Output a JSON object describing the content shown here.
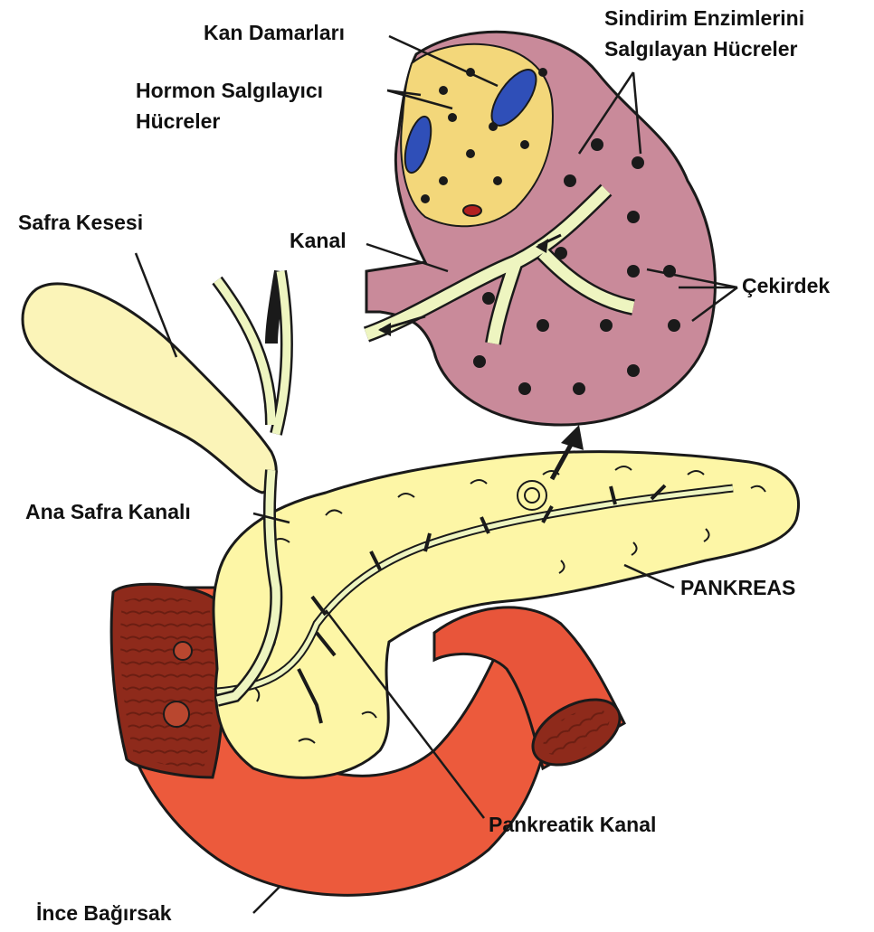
{
  "labels": {
    "kan_damarlari": "Kan Damarları",
    "hormon_1": "Hormon Salgılayıcı",
    "hormon_2": "Hücreler",
    "sindirim_1": "Sindirim Enzimlerini",
    "sindirim_2": "Salgılayan Hücreler",
    "safra_kesesi": "Safra Kesesi",
    "kanal": "Kanal",
    "cekirdek": "Çekirdek",
    "ana_safra_kanali": "Ana Safra Kanalı",
    "pankreas": "PANKREAS",
    "pankreatik_kanal": "Pankreatik Kanal",
    "ince_bagirsak": "İnce Bağırsak"
  },
  "colors": {
    "pancreas": "#fdf6a6",
    "intestine": "#ec5a3c",
    "intestine_dark": "#8e2a1b",
    "acinus": "#c98a9a",
    "acinus_cell": "#b97080",
    "islet_cell": "#f3d77a",
    "vessel": "#2f4fb8",
    "duct": "#eef5c0",
    "gallbladder": "#fbf4b8",
    "outline": "#1a1a1a"
  }
}
